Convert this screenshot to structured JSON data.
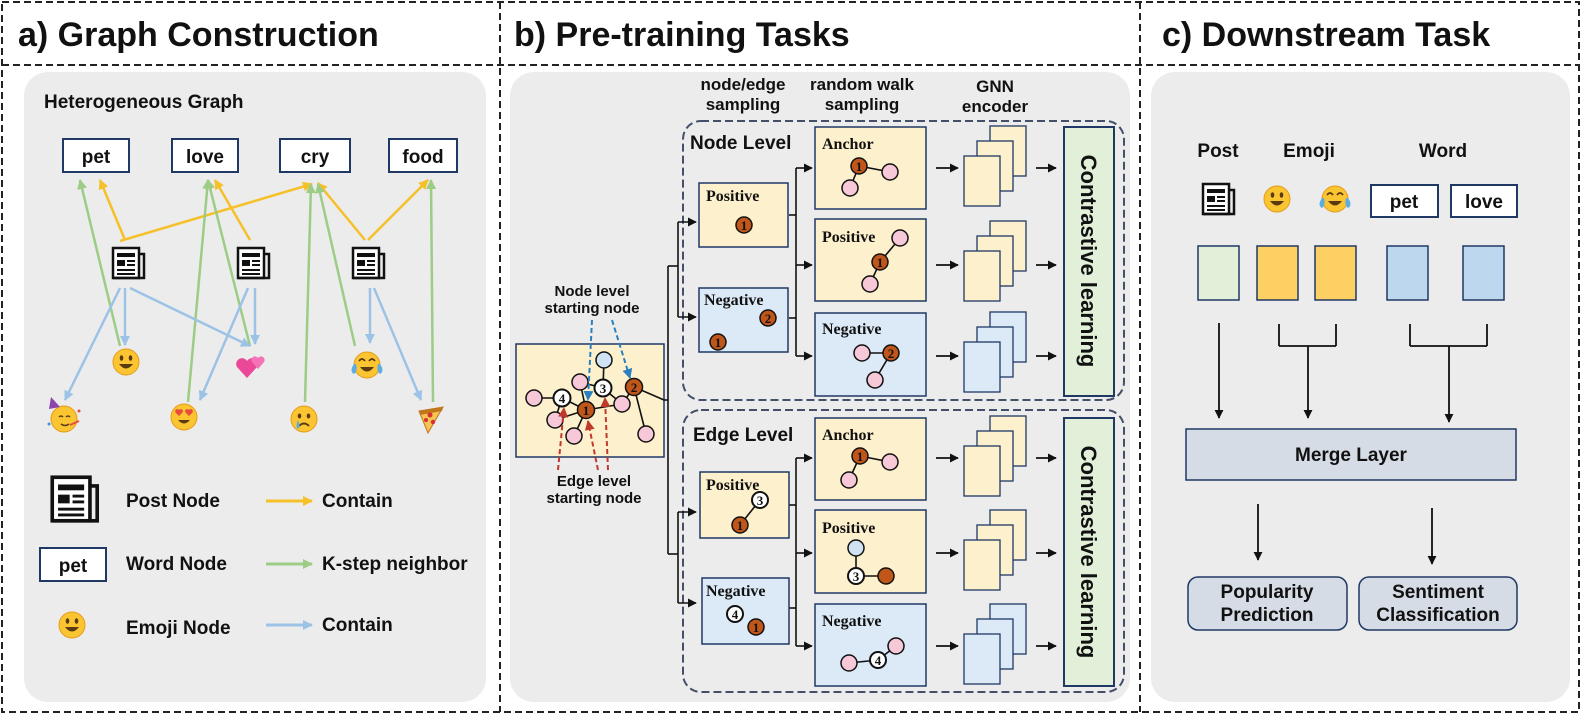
{
  "panels": {
    "a": {
      "title": "a) Graph Construction",
      "subtitle": "Heterogeneous Graph",
      "words": [
        "pet",
        "love",
        "cry",
        "food"
      ],
      "legend": {
        "post_node": "Post Node",
        "word_node": "Word Node",
        "word_sample": "pet",
        "emoji_node": "Emoji Node",
        "contain_post": "Contain",
        "k_step": "K-step neighbor",
        "contain_emoji": "Contain"
      }
    },
    "b": {
      "title": "b) Pre-training Tasks",
      "col_headers": {
        "sampling_1": "node/edge",
        "sampling_2": "sampling",
        "random_walk_1": "random walk",
        "random_walk_2": "sampling",
        "gnn_1": "GNN",
        "gnn_2": "encoder"
      },
      "node_level": "Node Level",
      "edge_level": "Edge Level",
      "positive": "Positive",
      "negative": "Negative",
      "anchor": "Anchor",
      "contrastive": "Contrastive learning",
      "node_start_1": "Node level",
      "node_start_2": "starting node",
      "edge_start_1": "Edge level",
      "edge_start_2": "starting node"
    },
    "c": {
      "title": "c) Downstream Task",
      "headers": {
        "post": "Post",
        "emoji": "Emoji",
        "word": "Word"
      },
      "words": [
        "pet",
        "love"
      ],
      "merge": "Merge Layer",
      "out1_line1": "Popularity",
      "out1_line2": "Prediction",
      "out2_line1": "Sentiment",
      "out2_line2": "Classification"
    }
  },
  "colors": {
    "yellow": "#f5c028",
    "green": "#9ccc86",
    "blue": "#9cc3e6",
    "node_orange": "#c0561a",
    "node_pink": "#f7c9d8",
    "node_light_blue": "#cfe3f5",
    "box_yellow": "#fdf0cc",
    "box_blue": "#dce9f7",
    "contrastive_green": "#e2f0d9"
  }
}
